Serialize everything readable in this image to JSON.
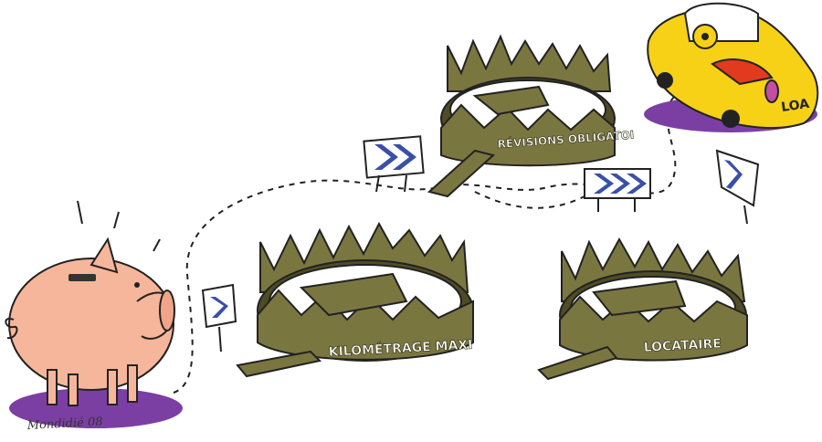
{
  "illustration": {
    "car_plate": "LOA",
    "signature": "Mondidié 08",
    "traps": [
      {
        "label": "RÉVISIONS OBLIGATOI"
      },
      {
        "label": "KILOMÉTRAGE MAXI"
      },
      {
        "label": "LOCATAIRE"
      }
    ]
  },
  "colors": {
    "trap": "#7a7640",
    "trap_dark": "#4f4c26",
    "pig": "#f6b69b",
    "car": "#f7d116",
    "shadow": "#7b3fa3",
    "arrow": "#3a4fa8"
  }
}
